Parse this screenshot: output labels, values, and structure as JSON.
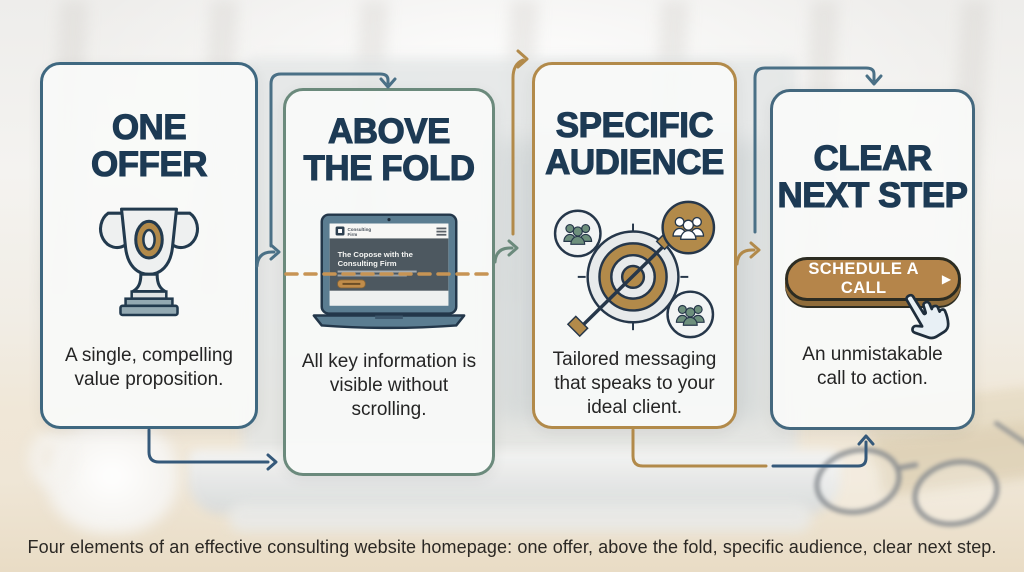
{
  "infographic": {
    "caption": "Four elements of an effective consulting website homepage: one offer, above the fold, specific audience, clear next step.",
    "cards": [
      {
        "id": "one-offer",
        "title_line1": "ONE",
        "title_line2": "OFFER",
        "description": "A single, compelling value proposition.",
        "icon": "trophy-icon",
        "accent": "#3f6880"
      },
      {
        "id": "above-the-fold",
        "title_line1": "ABOVE",
        "title_line2": "THE FOLD",
        "description": "All key information is visible without scrolling.",
        "icon": "laptop-icon",
        "accent": "#6b8a7c"
      },
      {
        "id": "specific-audience",
        "title_line1": "SPECIFIC",
        "title_line2": "AUDIENCE",
        "description": "Tailored messaging that speaks to your ideal client.",
        "icon": "target-audience-icon",
        "accent": "#b28a4a"
      },
      {
        "id": "clear-next-step",
        "title_line1": "CLEAR",
        "title_line2": "NEXT STEP",
        "description": "An unmistakable call to action.",
        "icon": "cta-button-with-cursor",
        "accent": "#44687e"
      }
    ],
    "laptop_screen": {
      "logo_line1": "Consulting",
      "logo_line2": "Firm",
      "headline_line1": "The Copose with the",
      "headline_line2": "Consulting Firm"
    },
    "cta": {
      "label": "SCHEDULE A CALL",
      "arrow": "▶"
    },
    "colors": {
      "slate": "#44687e",
      "dark_slate": "#35597a",
      "sage": "#6b8a7c",
      "gold": "#b28a4a",
      "navy_title": "#1d3a54",
      "button_gold": "#b5854a",
      "button_shadow": "#8f6c3a",
      "fold_line": "#c79454",
      "hero_bg": "#4d5860",
      "screen_button": "#c08c4a"
    }
  }
}
